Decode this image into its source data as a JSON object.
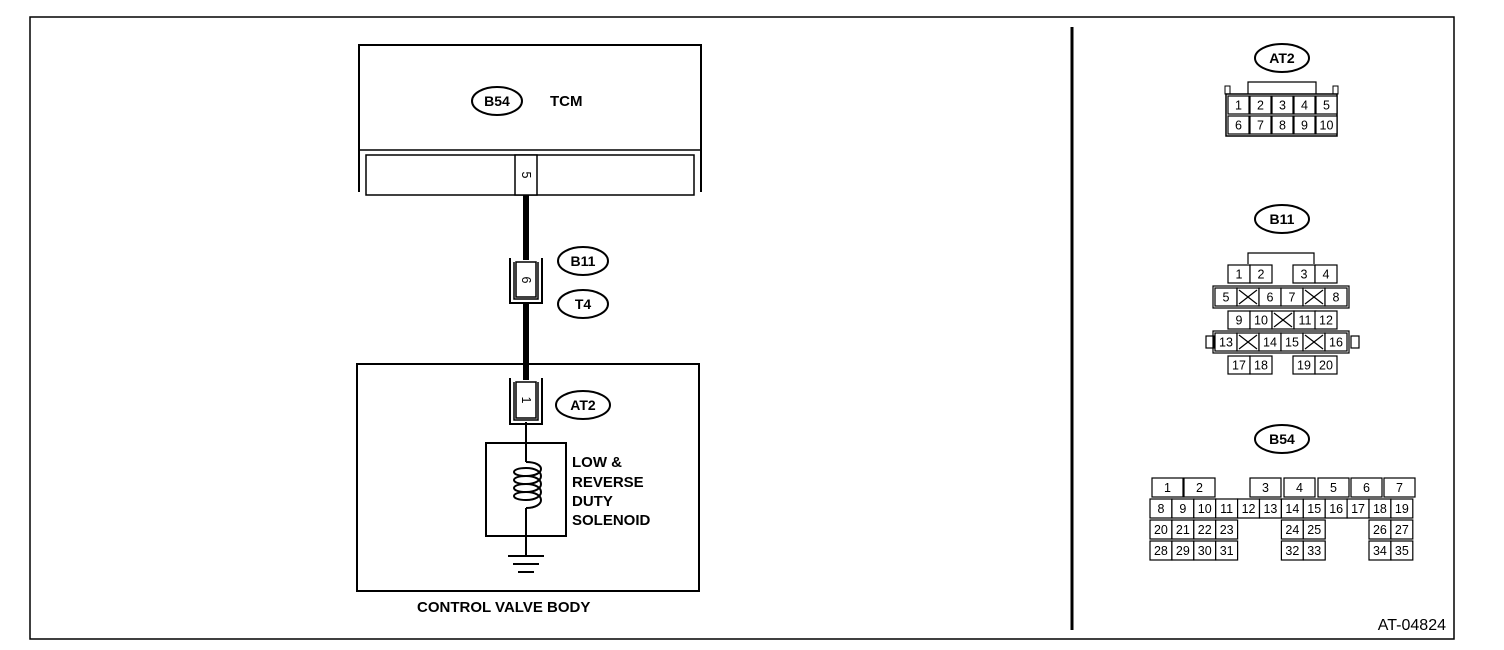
{
  "tcm": {
    "connector": "B54",
    "label": "TCM",
    "pin": "5"
  },
  "junction": {
    "connector_top": "B11",
    "connector_bottom": "T4",
    "pin": "6"
  },
  "solenoid": {
    "connector": "AT2",
    "pin": "1",
    "label_lines": [
      "LOW &",
      "REVERSE",
      "DUTY",
      "SOLENOID"
    ],
    "housing_label": "CONTROL VALVE BODY"
  },
  "connectors": {
    "at2": {
      "name": "AT2",
      "rows": [
        [
          "1",
          "2",
          "3",
          "4",
          "5"
        ],
        [
          "6",
          "7",
          "8",
          "9",
          "10"
        ]
      ]
    },
    "b11": {
      "name": "B11",
      "rows": [
        [
          "1",
          "2",
          "3",
          "4"
        ],
        [
          "5",
          "6",
          "7",
          "8"
        ],
        [
          "9",
          "10",
          "11",
          "12"
        ],
        [
          "13",
          "14",
          "15",
          "16"
        ],
        [
          "17",
          "18",
          "19",
          "20"
        ]
      ]
    },
    "b54": {
      "name": "B54",
      "rows": [
        [
          "1",
          "2",
          "3",
          "4",
          "5",
          "6",
          "7"
        ],
        [
          "8",
          "9",
          "10",
          "11",
          "12",
          "13",
          "14",
          "15",
          "16",
          "17",
          "18",
          "19"
        ],
        [
          "20",
          "21",
          "22",
          "23",
          "24",
          "25",
          "26",
          "27"
        ],
        [
          "28",
          "29",
          "30",
          "31",
          "32",
          "33",
          "34",
          "35"
        ]
      ]
    }
  },
  "figure_code": "AT-04824"
}
